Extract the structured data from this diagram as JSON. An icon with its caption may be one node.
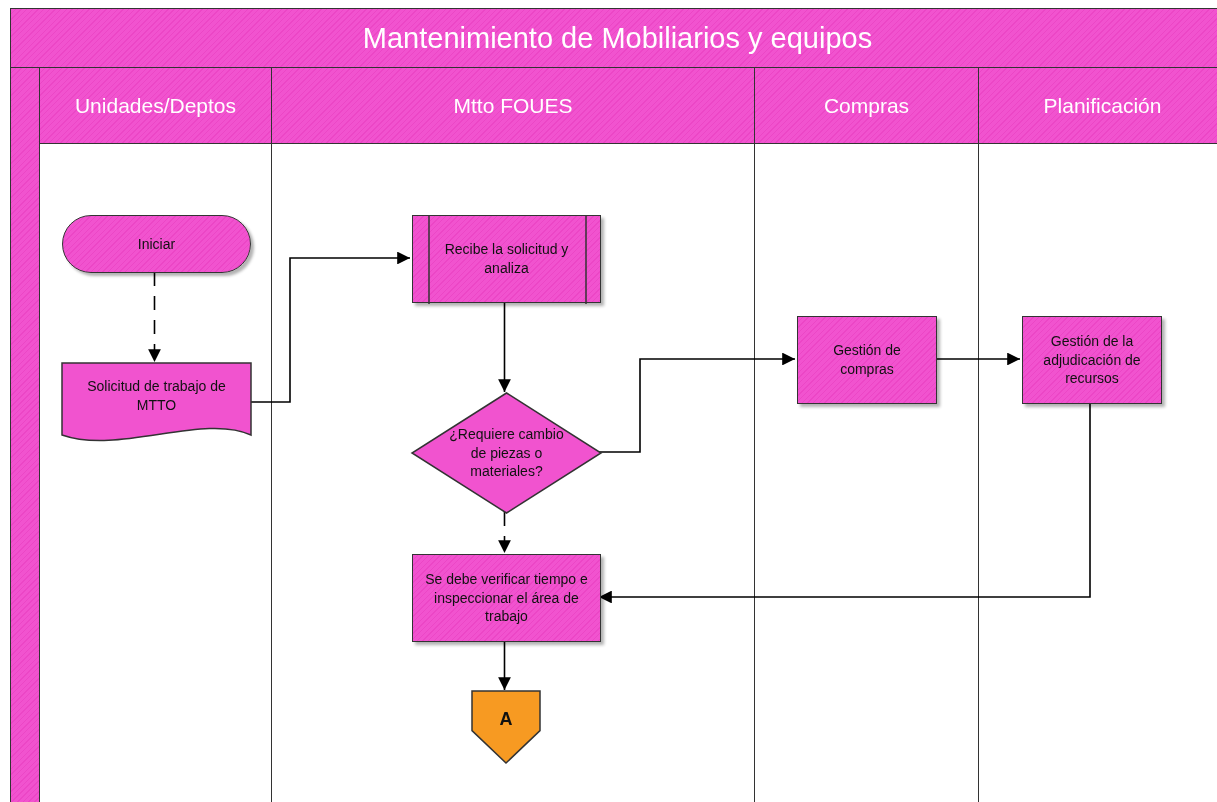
{
  "diagram": {
    "nodes": [
      {
        "text": [
          "Mantenimiento de Mobiliarios y equipos"
        ]
      },
      {
        "text": [
          "Unidades/Deptos"
        ],
        "in": 0
      },
      {
        "text": [
          "Mtto FOUES"
        ],
        "in": 0
      },
      {
        "text": [
          "Compras"
        ],
        "in": 0
      },
      {
        "text": [
          "Planificación"
        ],
        "in": 0
      },
      {
        "text": [
          "Iniciar"
        ],
        "in": 1
      },
      {
        "text": [
          "Solicitud de trabajo de MTTO"
        ],
        "in": 1
      },
      {
        "text": [
          "Recibe la solicitud y analiza"
        ],
        "in": 2
      },
      {
        "text": [
          "¿Requiere cambio de piezas o materiales?"
        ],
        "in": 2
      },
      {
        "text": [
          "Se debe verificar tiempo e inspeccionar el área de trabajo"
        ],
        "in": 2
      },
      {
        "text": [
          "A"
        ],
        "in": 2
      },
      {
        "text": [
          "Gestión de compras"
        ],
        "in": 3
      },
      {
        "text": [
          "Gestión de la adjudicación de recursos"
        ],
        "in": 4
      }
    ],
    "edges": [
      {
        "from": 5,
        "to": 6,
        "arrow": "to",
        "style": "dashed"
      },
      {
        "from": 6,
        "to": 7,
        "arrow": "to"
      },
      {
        "from": 7,
        "to": 8,
        "arrow": "to"
      },
      {
        "from": 8,
        "to": 9,
        "arrow": "to",
        "style": "dashed"
      },
      {
        "from": 8,
        "to": 11,
        "arrow": "to"
      },
      {
        "from": 11,
        "to": 12,
        "arrow": "to"
      },
      {
        "from": 12,
        "to": 9,
        "arrow": "to"
      },
      {
        "from": 9,
        "to": 10,
        "arrow": "to"
      }
    ]
  }
}
